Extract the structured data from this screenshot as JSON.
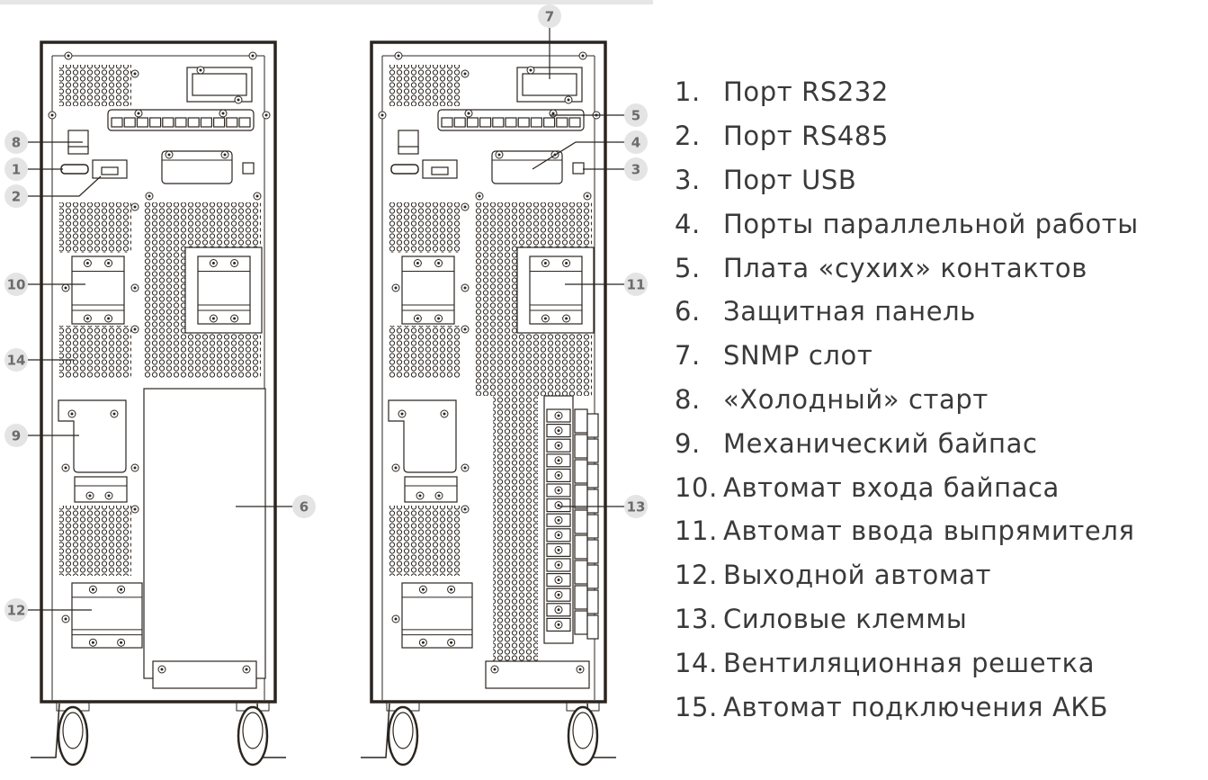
{
  "callouts": {
    "left": [
      "8",
      "1",
      "2",
      "10",
      "14",
      "9",
      "12",
      "6"
    ],
    "right": [
      "7",
      "5",
      "4",
      "3",
      "11",
      "13"
    ]
  },
  "legend": [
    {
      "num": "1.",
      "text": "Порт RS232"
    },
    {
      "num": "2.",
      "text": "Порт RS485"
    },
    {
      "num": "3.",
      "text": "Порт USB"
    },
    {
      "num": "4.",
      "text": "Порты параллельной работы"
    },
    {
      "num": "5.",
      "text": "Плата «сухих» контактов"
    },
    {
      "num": "6.",
      "text": "Защитная панель"
    },
    {
      "num": "7.",
      "text": "SNMP слот"
    },
    {
      "num": "8.",
      "text": "«Холодный» старт"
    },
    {
      "num": "9.",
      "text": "Механический байпас"
    },
    {
      "num": "10.",
      "text": "Автомат входа байпаса"
    },
    {
      "num": "11.",
      "text": "Автомат ввода выпрямителя"
    },
    {
      "num": "12.",
      "text": "Выходной автомат"
    },
    {
      "num": "13.",
      "text": "Силовые клеммы"
    },
    {
      "num": "14.",
      "text": "Вентиляционная решетка"
    },
    {
      "num": "15.",
      "text": "Автомат подключения АКБ"
    }
  ],
  "colors": {
    "line": "#2b2520",
    "callout_fill": "#e4e4e4",
    "callout_text": "#6b6b6b",
    "legend_text": "#3a3a3a"
  }
}
